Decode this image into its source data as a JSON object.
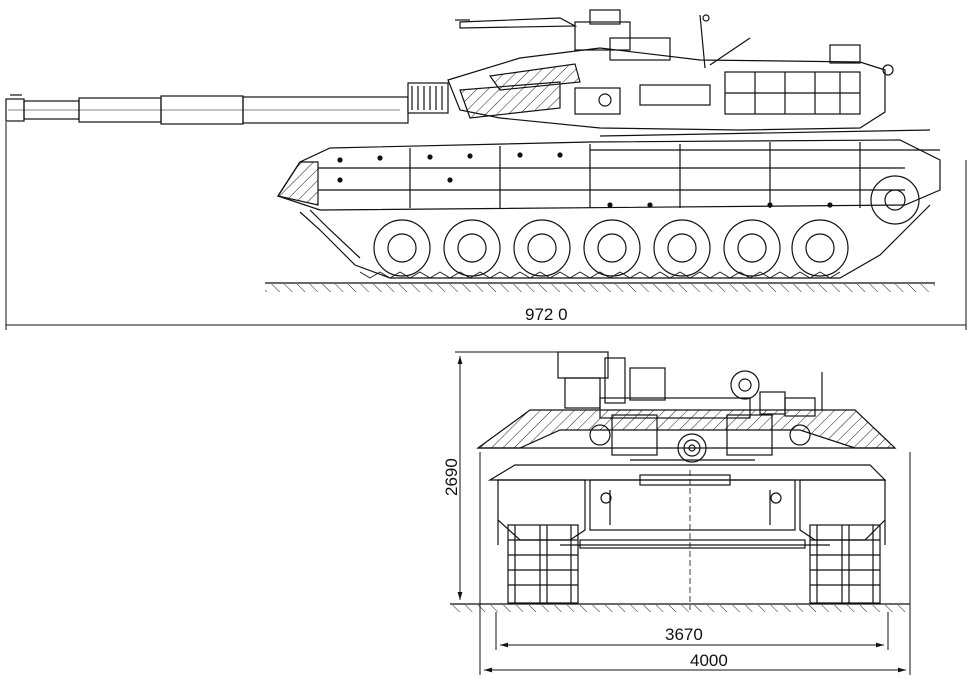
{
  "dimensions": {
    "overall_length": "972 0",
    "height": "2690",
    "track_width": "3670",
    "overall_width": "4000"
  },
  "views": [
    "side-view",
    "front-view"
  ],
  "colors": {
    "line": "#111111",
    "background": "#ffffff"
  }
}
